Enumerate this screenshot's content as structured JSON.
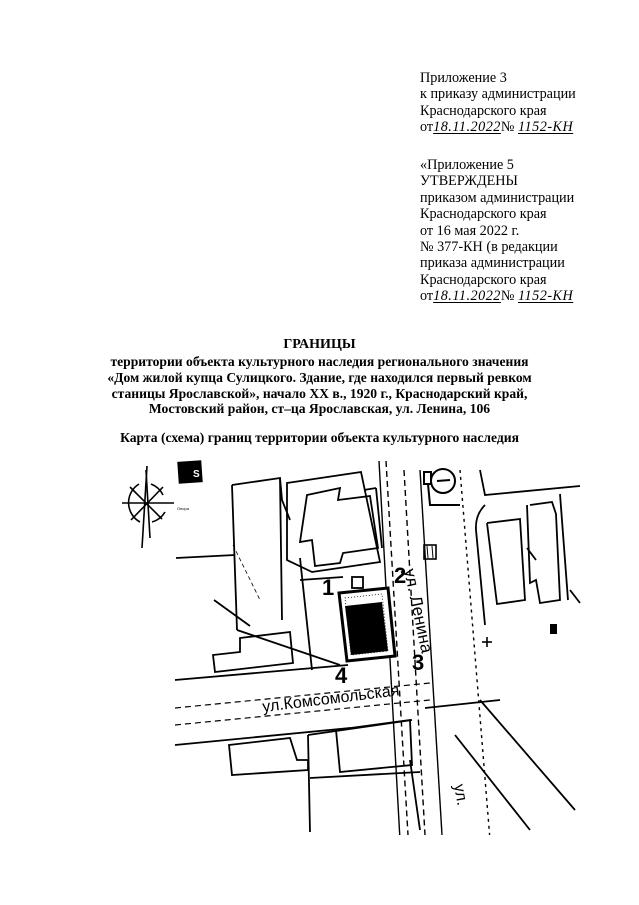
{
  "appendix_3": {
    "lines": [
      "Приложение 3",
      "к приказу администрации",
      "Краснодарского края"
    ],
    "date_prefix": "от",
    "date_handwritten": "18.11.2022",
    "number_prefix": "№",
    "number_handwritten": "1152-КН"
  },
  "appendix_5": {
    "lines": [
      "«Приложение 5",
      "УТВЕРЖДЕНЫ",
      "приказом администрации",
      "Краснодарского края",
      "от 16 мая 2022 г.",
      "№ 377-КН (в редакции",
      "приказа администрации",
      "Краснодарского края"
    ],
    "date_prefix": "от",
    "date_handwritten": "18.11.2022",
    "number_prefix": "№",
    "number_handwritten": "1152-КН"
  },
  "title": {
    "heading": "ГРАНИЦЫ",
    "body_lines": [
      "территории объекта культурного наследия регионального значения",
      "«Дом жилой купца Сулицкого. Здание, где находился первый ревком",
      "станицы Ярославской», начало XX в., 1920 г., Краснодарский край,",
      "Мостовский район, ст–ца Ярославская, ул. Ленина, 106"
    ],
    "map_caption": "Карта (схема) границ территории объекта культурного наследия"
  },
  "map": {
    "street_labels": [
      "ул. Ленина",
      "ул.Комсомольская",
      "ул."
    ],
    "boundary_points": [
      "1",
      "2",
      "3",
      "4"
    ],
    "icons": [
      "compass-rose-icon",
      "north-arrow-icon",
      "cross-marker-icon"
    ]
  }
}
